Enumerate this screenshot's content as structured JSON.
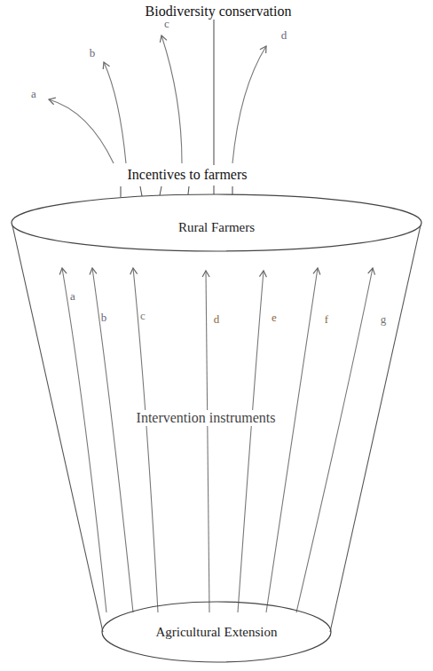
{
  "diagram": {
    "nodes": [
      {
        "text": [
          "Rural Farmers"
        ]
      },
      {
        "text": [
          "Agricultural Extension"
        ]
      }
    ],
    "labels": [
      "Biodiversity conservation",
      "a",
      "b",
      "c",
      "d",
      "Incentives to farmers",
      "Intervention instruments",
      "a",
      "b",
      "c",
      "d",
      "e",
      "f",
      "g"
    ]
  }
}
